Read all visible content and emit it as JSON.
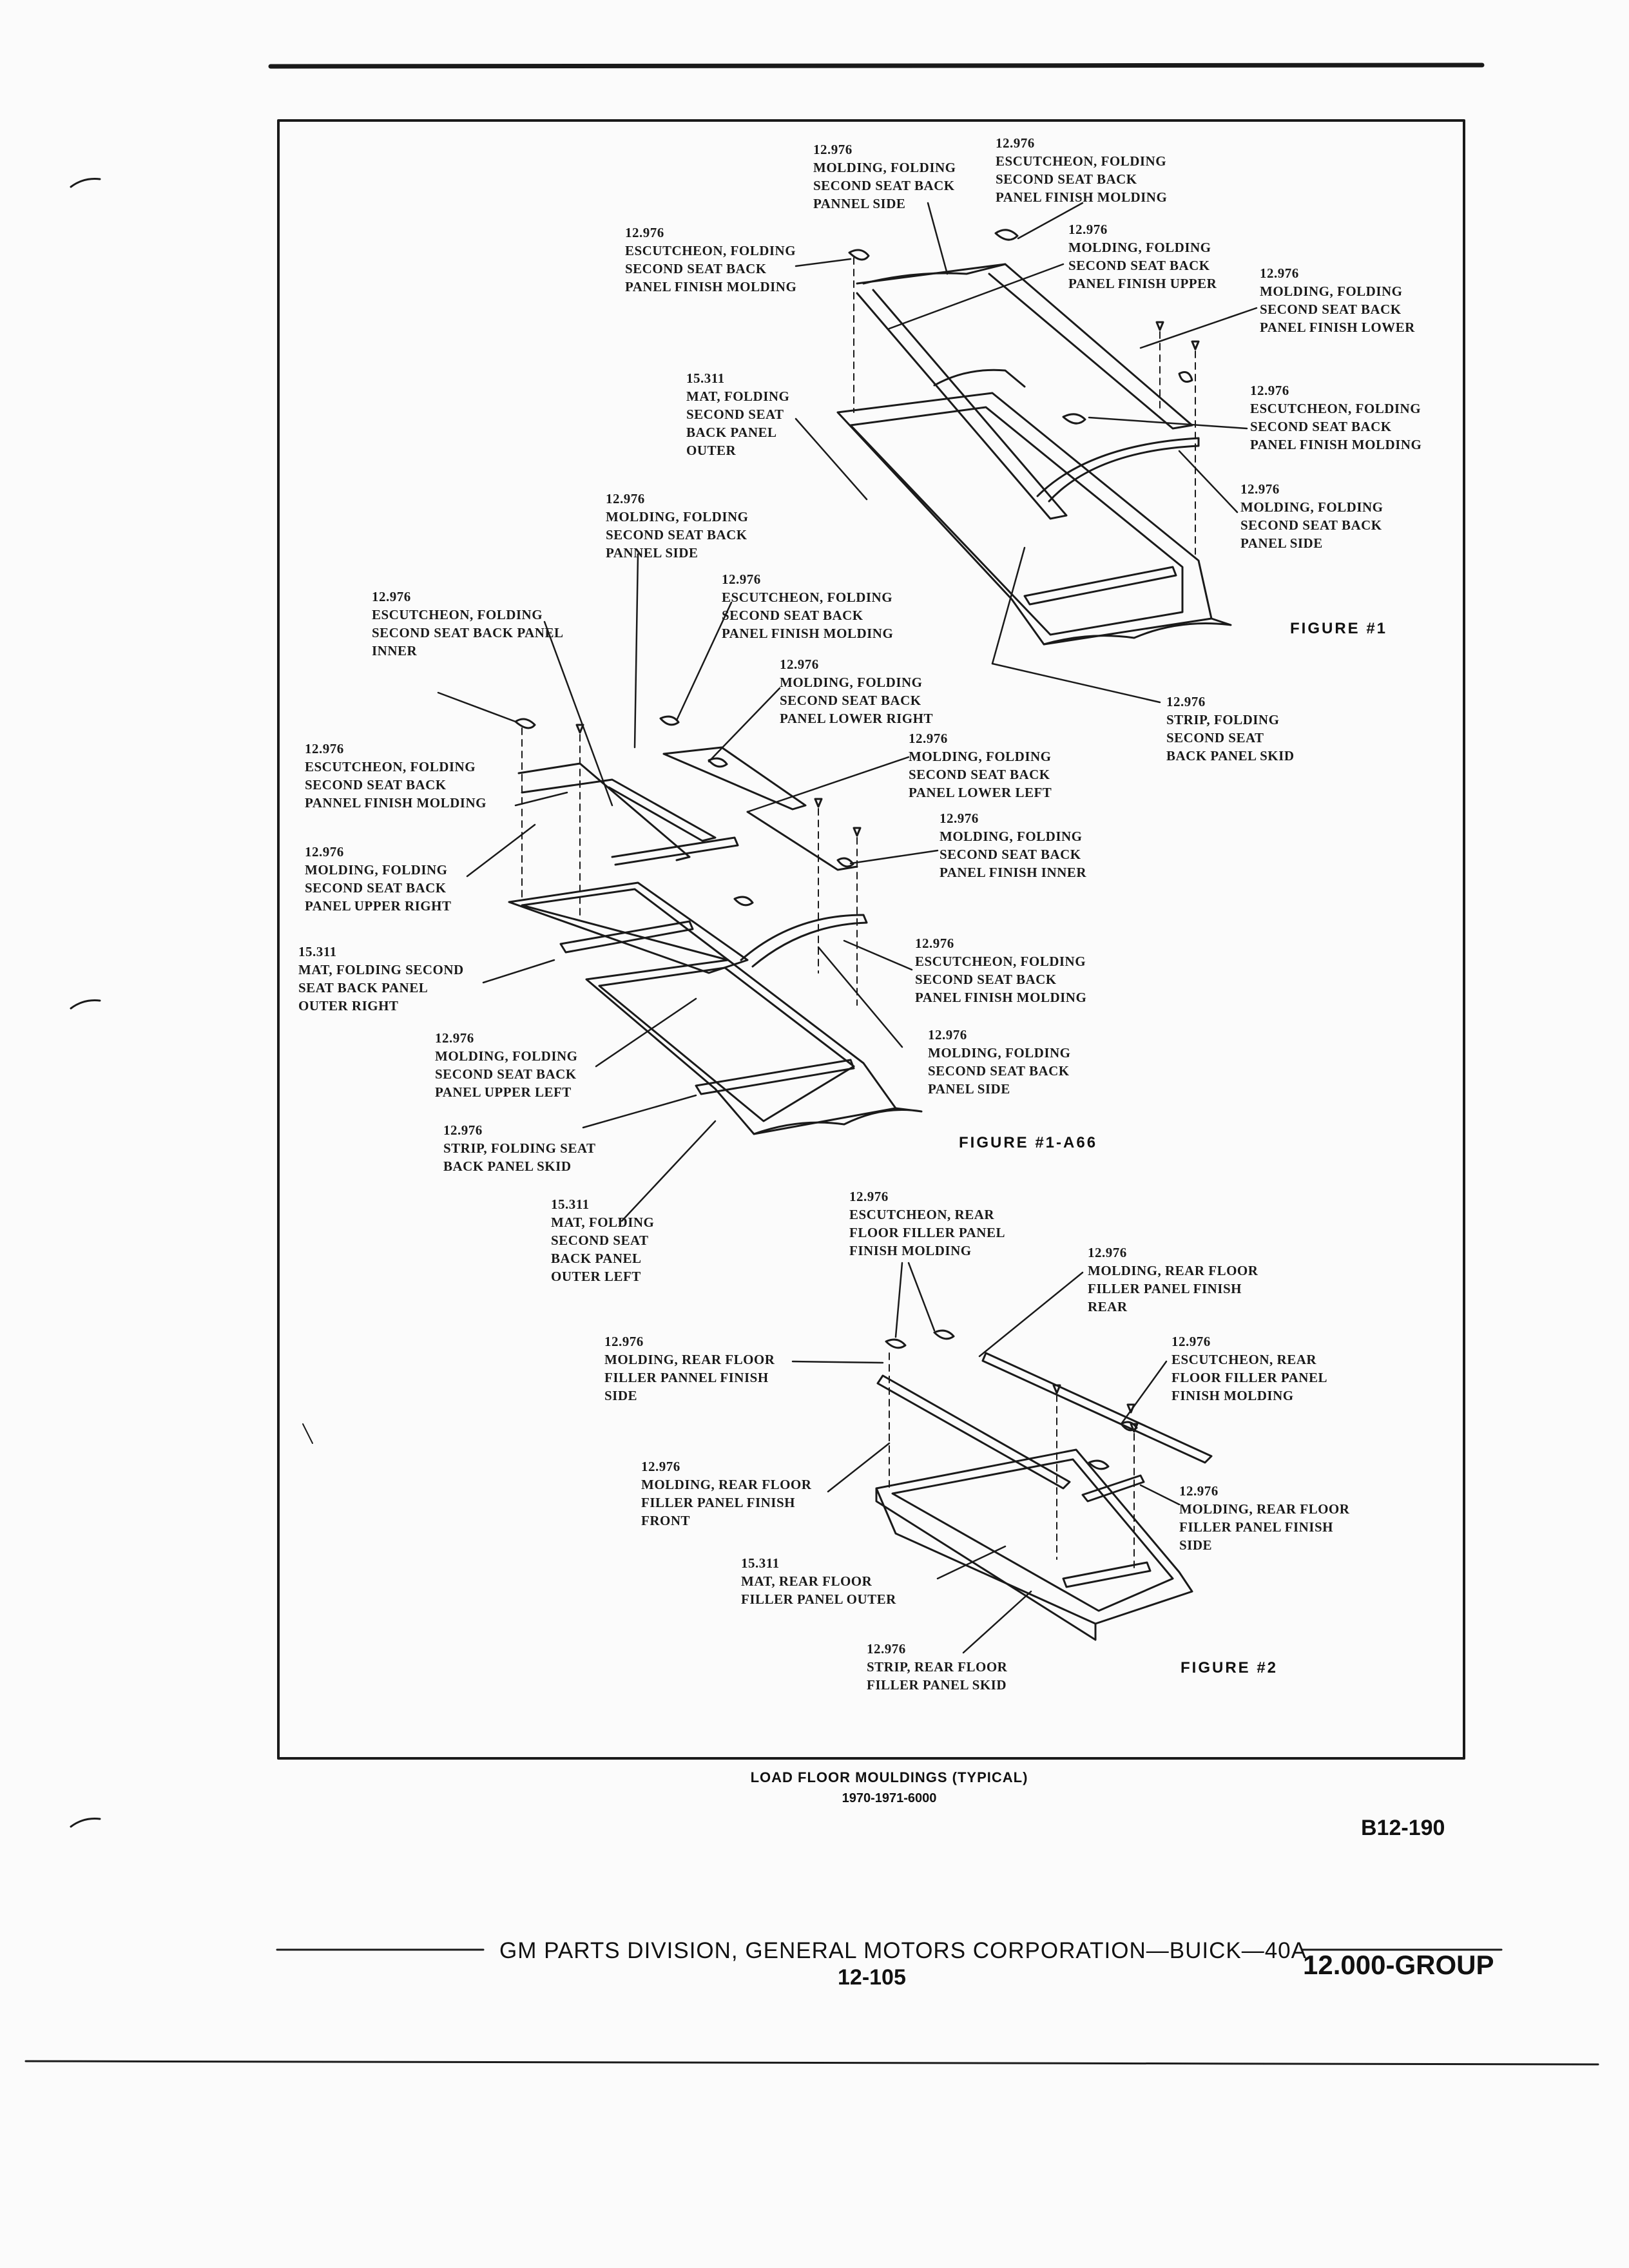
{
  "labels": {
    "f1_molding_panel_side": "12.976\nMOLDING, FOLDING\nSECOND SEAT BACK\nPANNEL SIDE",
    "f1_escutcheon_top": "12.976\nESCUTCHEON, FOLDING\nSECOND SEAT BACK\nPANEL FINISH MOLDING",
    "f1_escutcheon_left": "12.976\nESCUTCHEON, FOLDING\nSECOND SEAT BACK\nPANEL FINISH MOLDING",
    "f1_molding_finish_upper": "12.976\nMOLDING, FOLDING\nSECOND SEAT BACK\nPANEL FINISH UPPER",
    "f1_molding_finish_lower": "12.976\nMOLDING, FOLDING\nSECOND SEAT BACK\nPANEL FINISH LOWER",
    "f1_mat_outer": "15.311\nMAT, FOLDING\nSECOND SEAT\nBACK PANEL\nOUTER",
    "f1_escutcheon_right": "12.976\nESCUTCHEON, FOLDING\nSECOND SEAT BACK\nPANEL FINISH MOLDING",
    "f1_molding_side_right": "12.976\nMOLDING, FOLDING\nSECOND SEAT BACK\nPANEL SIDE",
    "f1_strip_skid": "12.976\nSTRIP, FOLDING\nSECOND SEAT\nBACK PANEL SKID",
    "a66_molding_panel_side_top": "12.976\nMOLDING, FOLDING\nSECOND SEAT BACK\nPANNEL SIDE",
    "a66_escutcheon_inner": "12.976\nESCUTCHEON, FOLDING\nSECOND SEAT BACK PANEL\nINNER",
    "a66_escutcheon_finish_top": "12.976\nESCUTCHEON, FOLDING\nSECOND SEAT BACK\nPANEL FINISH MOLDING",
    "a66_molding_lower_right": "12.976\nMOLDING, FOLDING\nSECOND SEAT BACK\nPANEL LOWER RIGHT",
    "a66_escutcheon_pannel_finish": "12.976\nESCUTCHEON, FOLDING\nSECOND SEAT BACK\nPANNEL FINISH MOLDING",
    "a66_molding_lower_left": "12.976\nMOLDING, FOLDING\nSECOND SEAT BACK\nPANEL LOWER LEFT",
    "a66_molding_finish_inner": "12.976\nMOLDING, FOLDING\nSECOND SEAT BACK\nPANEL FINISH INNER",
    "a66_molding_upper_right": "12.976\nMOLDING, FOLDING\nSECOND SEAT BACK\nPANEL UPPER RIGHT",
    "a66_mat_outer_right": "15.311\nMAT, FOLDING SECOND\nSEAT BACK PANEL\nOUTER RIGHT",
    "a66_escutcheon_finish_right": "12.976\nESCUTCHEON, FOLDING\nSECOND SEAT BACK\nPANEL FINISH MOLDING",
    "a66_molding_upper_left": "12.976\nMOLDING, FOLDING\nSECOND SEAT BACK\nPANEL UPPER LEFT",
    "a66_molding_panel_side_right": "12.976\nMOLDING, FOLDING\nSECOND SEAT BACK\nPANEL SIDE",
    "a66_strip_skid": "12.976\nSTRIP, FOLDING SEAT\nBACK PANEL SKID",
    "a66_mat_outer_left": "15.311\nMAT, FOLDING\nSECOND SEAT\nBACK PANEL\nOUTER LEFT",
    "f2_escutcheon_top": "12.976\nESCUTCHEON, REAR\nFLOOR FILLER PANEL\nFINISH MOLDING",
    "f2_molding_finish_rear": "12.976\nMOLDING, REAR FLOOR\nFILLER PANEL FINISH\nREAR",
    "f2_molding_pannel_side": "12.976\nMOLDING, REAR FLOOR\nFILLER PANNEL FINISH\nSIDE",
    "f2_escutcheon_right": "12.976\nESCUTCHEON, REAR\nFLOOR FILLER PANEL\nFINISH MOLDING",
    "f2_molding_finish_front": "12.976\nMOLDING, REAR FLOOR\nFILLER PANEL FINISH\nFRONT",
    "f2_molding_side_right": "12.976\nMOLDING, REAR FLOOR\nFILLER PANEL FINISH\nSIDE",
    "f2_mat_outer": "15.311\nMAT, REAR FLOOR\nFILLER PANEL OUTER",
    "f2_strip_skid": "12.976\nSTRIP, REAR FLOOR\nFILLER PANEL SKID"
  },
  "figures": {
    "fig1": "FIGURE #1",
    "fig1_a66": "FIGURE #1-A66",
    "fig2": "FIGURE #2"
  },
  "caption": {
    "title": "LOAD FLOOR MOULDINGS (TYPICAL)",
    "years": "1970-1971-6000"
  },
  "page_code": "B12-190",
  "footer": {
    "division": "GM PARTS DIVISION, GENERAL MOTORS CORPORATION—BUICK—40A",
    "page_number": "12-105",
    "group": "12.000-GROUP"
  }
}
